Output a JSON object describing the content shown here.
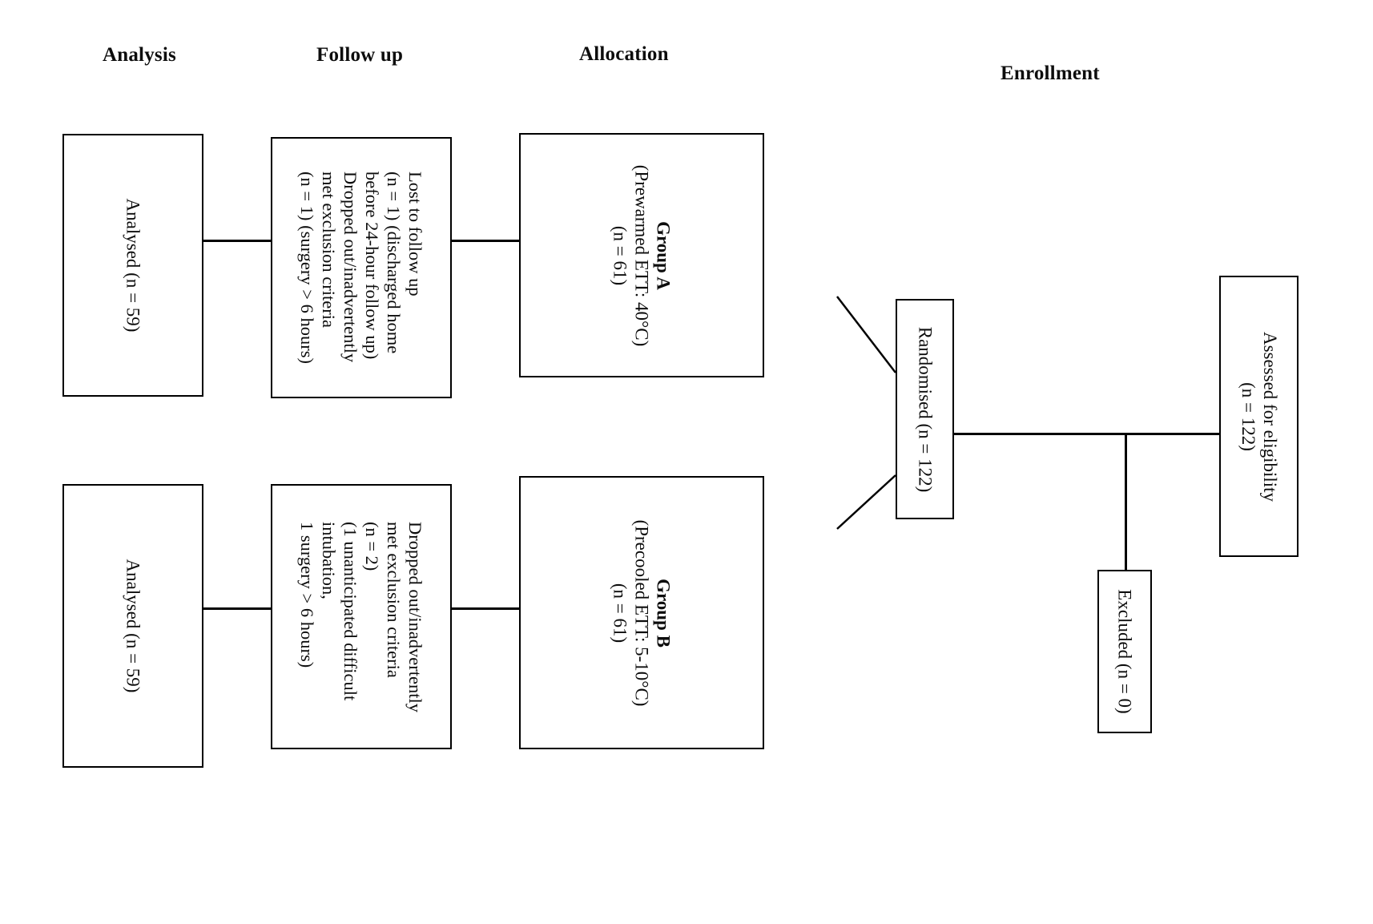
{
  "diagram": {
    "type": "consort-flow-diagram",
    "orientation": "right-to-left, text rotated 90 degrees clockwise",
    "headers": [
      {
        "key": "analysis",
        "label": "Analysis"
      },
      {
        "key": "followup",
        "label": "Follow up"
      },
      {
        "key": "allocation",
        "label": "Allocation"
      },
      {
        "key": "enrollment",
        "label": "Enrollment"
      }
    ],
    "nodes": {
      "assessed": {
        "line1": "Assessed for eligibility",
        "line2": "(n = 122)"
      },
      "excluded": {
        "line1": "Excluded (n = 0)"
      },
      "randomised": {
        "line1": "Randomised (n = 122)"
      },
      "group_a": {
        "line1": "Group A",
        "line2": "(Prewarmed ETT: 40°C)",
        "line3": "(n = 61)"
      },
      "group_b": {
        "line1": "Group B",
        "line2": "(Precooled ETT: 5-10°C)",
        "line3": "(n = 61)"
      },
      "followup_a": {
        "line1": "Lost to follow up",
        "line2": "(n = 1) (discharged home",
        "line3": "before 24-hour follow up)",
        "line4": "Dropped out/inadvertently",
        "line5": "met exclusion criteria",
        "line6": "(n = 1) (surgery > 6 hours)"
      },
      "followup_b": {
        "line1": "Dropped out/inadvertently",
        "line2": "met exclusion criteria",
        "line3": "(n = 2)",
        "line4": "(1 unanticipated difficult",
        "line5": "intubation,",
        "line6": "1 surgery > 6 hours)"
      },
      "analysed_a": {
        "line1": "Analysed (n = 59)"
      },
      "analysed_b": {
        "line1": "Analysed (n = 59)"
      }
    },
    "colors": {
      "stroke": "#000000",
      "text": "#0d0d0d",
      "background": "#ffffff"
    }
  }
}
